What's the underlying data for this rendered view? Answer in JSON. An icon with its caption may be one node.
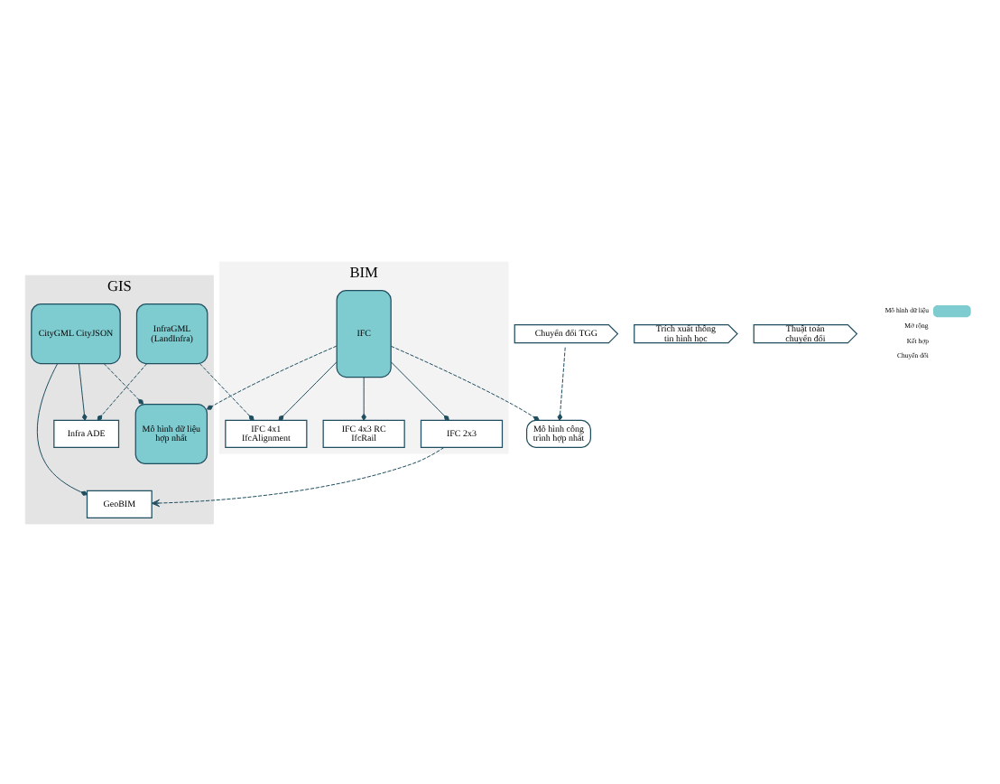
{
  "diagram": {
    "nodes": [
      {
        "text": [
          "BIM"
        ]
      },
      {
        "text": [
          "IFC"
        ],
        "in": 0
      },
      {
        "text": [
          "Trích xuất thông tin hình học"
        ]
      },
      {
        "text": [
          "Chuyển đổi TGG"
        ]
      },
      {
        "text": [
          "Thuật toán chuyển đổi"
        ]
      },
      {
        "text": [
          "IFC 2x3"
        ],
        "in": 0
      },
      {
        "text": [
          "IFC 4x1 IfcAlignment"
        ],
        "in": 0
      },
      {
        "text": [
          "IFC 4x3 RC IfcRail"
        ],
        "in": 0
      },
      {
        "text": [
          "Mô hình công trình hợp nhất"
        ]
      },
      {
        "text": [
          "GIS"
        ]
      },
      {
        "text": [
          "CityGML CityJSON"
        ],
        "in": 9
      },
      {
        "text": [
          "InfraGML (LandInfra)"
        ],
        "in": 9
      },
      {
        "text": [
          "Mô hình dữ liệu hợp nhất"
        ],
        "in": 9
      },
      {
        "text": [
          "GeoBIM"
        ],
        "in": 9
      },
      {
        "text": [
          "Infra ADE"
        ],
        "in": 9
      }
    ],
    "edges": [
      {
        "from": 1,
        "to": 5,
        "arrow": "other"
      },
      {
        "from": 1,
        "to": 6,
        "arrow": "other"
      },
      {
        "from": 1,
        "to": 7,
        "arrow": "other"
      },
      {
        "from": 10,
        "to": 13,
        "arrow": "other"
      },
      {
        "from": 10,
        "to": 14,
        "arrow": "other"
      },
      {
        "from": 1,
        "to": 12,
        "arrow": "other",
        "style": "dashed"
      },
      {
        "from": 1,
        "to": 8,
        "arrow": "other",
        "style": "dashed"
      },
      {
        "from": 3,
        "to": 8,
        "arrow": "other",
        "style": "dashed"
      },
      {
        "from": 5,
        "to": 13,
        "arrow": "to",
        "style": "dashed"
      },
      {
        "from": 11,
        "to": 6,
        "arrow": "other",
        "style": "dashed"
      },
      {
        "from": 11,
        "to": 14,
        "arrow": "other",
        "style": "dashed"
      },
      {
        "from": 10,
        "to": 12,
        "arrow": "other",
        "style": "dashed"
      }
    ],
    "legend": [
      {
        "text": "Mô hình dữ liệu",
        "color": "#7ecbd0"
      },
      {
        "text": "Mở rộng"
      },
      {
        "text": "Kết hợp"
      },
      {
        "text": "Chuyển đổi"
      }
    ]
  }
}
